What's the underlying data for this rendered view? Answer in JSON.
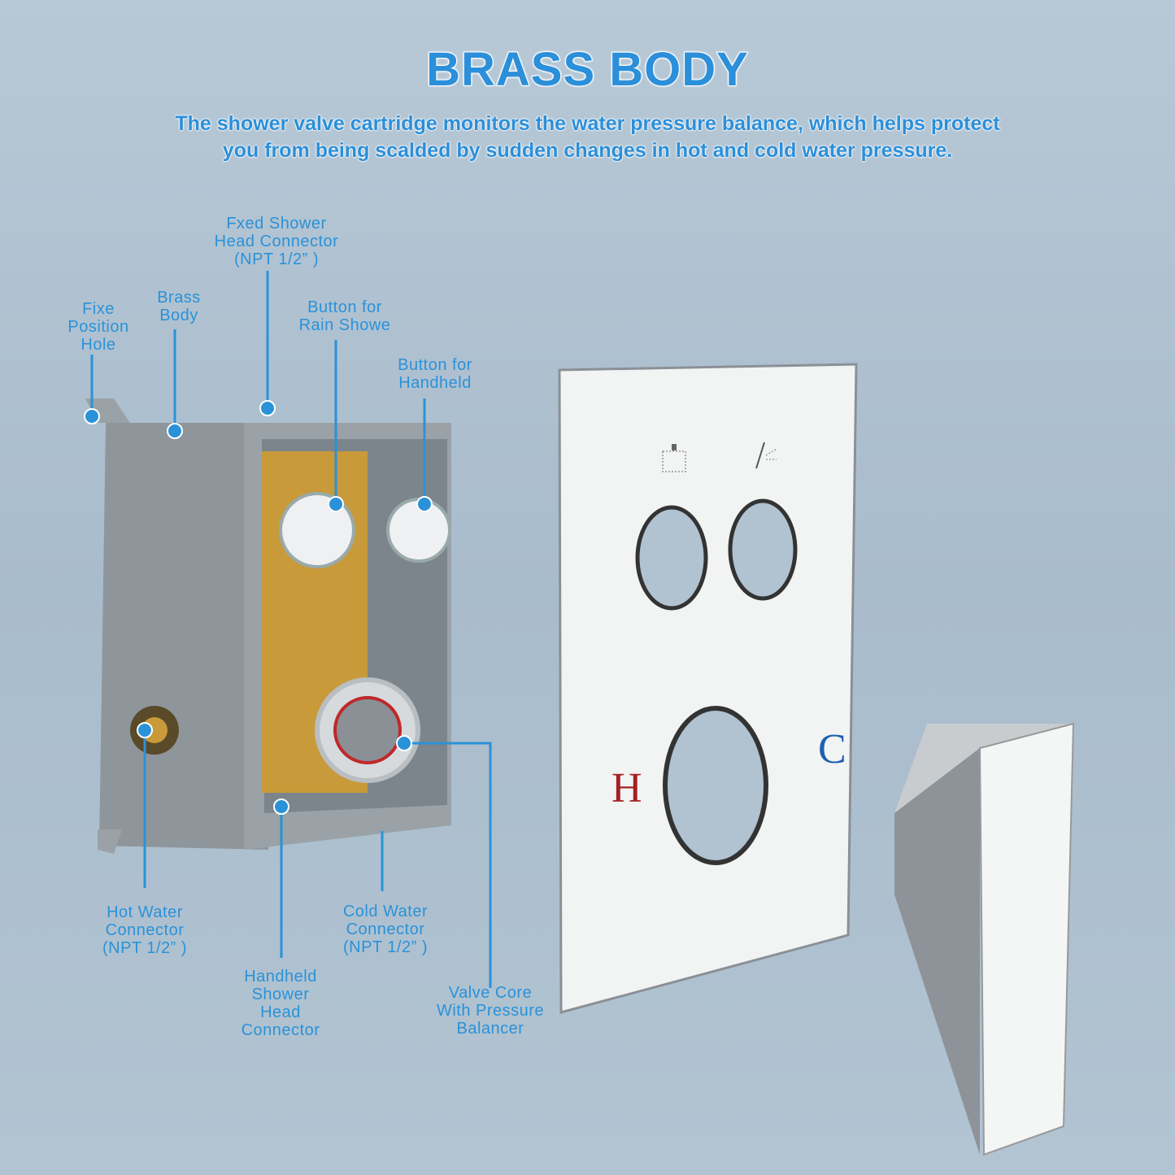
{
  "header": {
    "title": "BRASS BODY",
    "subtitle_line1": "The shower valve cartridge monitors the water pressure balance, which helps protect",
    "subtitle_line2": "you from being scalded by sudden changes in hot and cold water pressure."
  },
  "callouts": {
    "fixed_head": "Fxed Shower\nHead Connector\n(NPT 1/2” )",
    "position_hole": "Fixe\nPosition\nHole",
    "brass_body": "Brass\nBody",
    "rain_button": "Button for\nRain Showe",
    "handheld_button": "Button for\nHandheld",
    "hot_water": "Hot Water\nConnector\n(NPT 1/2” )",
    "handheld_connector": "Handheld\nShower\nHead\nConnector",
    "cold_water": "Cold Water\nConnector\n(NPT 1/2” )",
    "valve_core": "Valve Core\nWith Pressure\nBalancer"
  },
  "trim_plate": {
    "hot_mark": "H",
    "cold_mark": "C"
  },
  "colors": {
    "accent": "#2a92d8",
    "hot": "#a32020",
    "cold": "#1f5fb0"
  }
}
